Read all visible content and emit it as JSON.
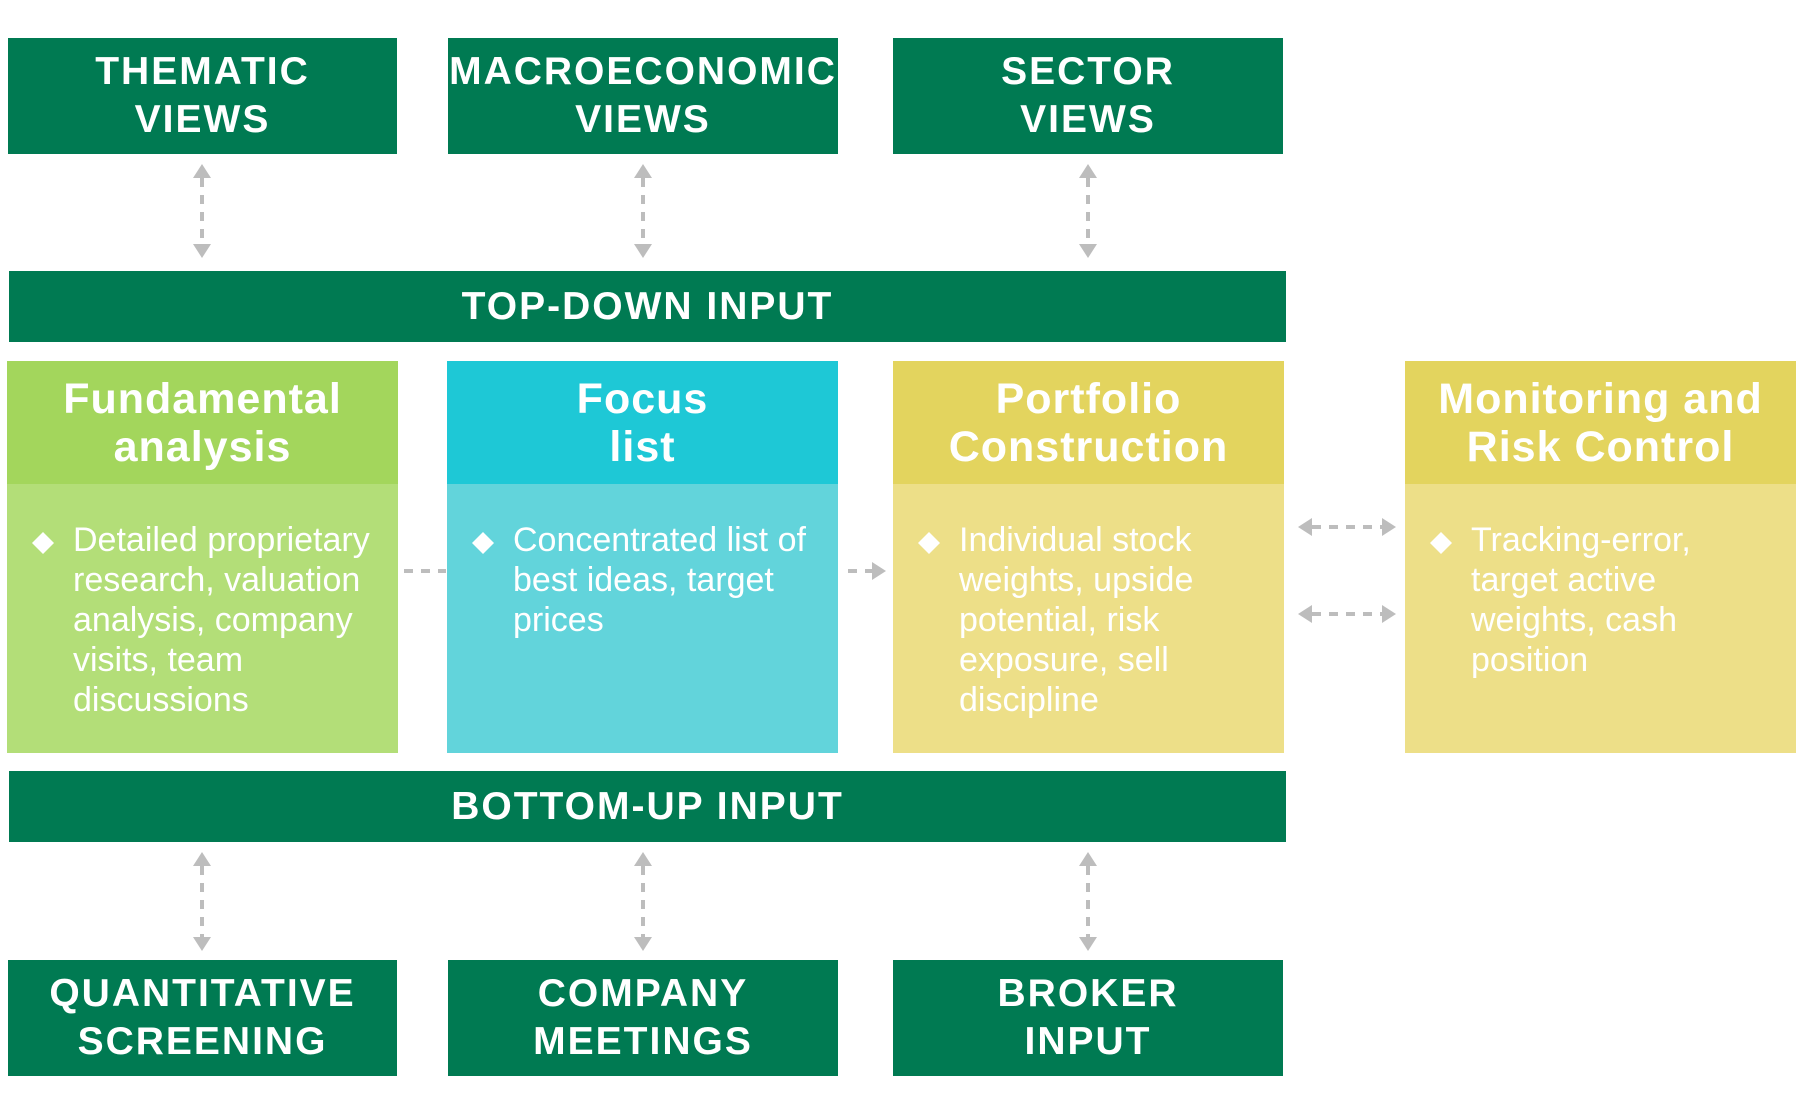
{
  "top_boxes": [
    {
      "label": "THEMATIC\nVIEWS"
    },
    {
      "label": "MACROECONOMIC\nVIEWS"
    },
    {
      "label": "SECTOR\nVIEWS"
    }
  ],
  "top_down": {
    "label": "TOP-DOWN INPUT"
  },
  "cards": [
    {
      "title": "Fundamental\nanalysis",
      "text": "Detailed proprietary research, valuation analysis, company visits, team discussions"
    },
    {
      "title": "Focus\nlist",
      "text": "Concentrated list of best ideas, target prices"
    },
    {
      "title": "Portfolio\nConstruction",
      "text": "Individual stock weights, upside potential, risk exposure, sell discipline"
    },
    {
      "title": "Monitoring and\nRisk Control",
      "text": "Tracking-error, target active weights, cash position"
    }
  ],
  "bottom_up": {
    "label": "BOTTOM-UP INPUT"
  },
  "bottom_boxes": [
    {
      "label": "QUANTITATIVE\nSCREENING"
    },
    {
      "label": "COMPANY\nMEETINGS"
    },
    {
      "label": "BROKER\nINPUT"
    }
  ],
  "colors": {
    "dark_green": "#007A52",
    "fundamental_head": "#A3D65C",
    "fundamental_body": "#B3DE78",
    "focus_head": "#1EC8D6",
    "focus_body": "#62D4DB",
    "portfolio_head": "#E3D45E",
    "portfolio_body": "#EDDF88",
    "connector": "#BDBDBD"
  }
}
